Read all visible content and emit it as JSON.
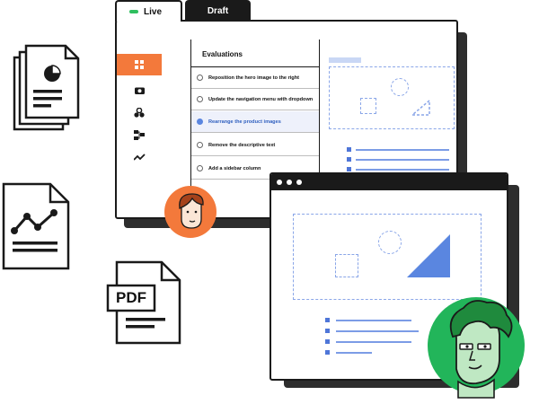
{
  "colors": {
    "accent_orange": "#f3793b",
    "accent_green": "#2fbf5f",
    "accent_blue": "#5a86e0",
    "dark": "#1a1a1a",
    "avatar_green_bg": "#22b55a"
  },
  "tabs": [
    {
      "label": "Live",
      "active": true
    },
    {
      "label": "Draft",
      "active": false
    }
  ],
  "sidebar": {
    "items": [
      {
        "icon": "grid-icon",
        "active": true
      },
      {
        "icon": "camera-icon",
        "active": false
      },
      {
        "icon": "shapes-icon",
        "active": false
      },
      {
        "icon": "flowchart-icon",
        "active": false
      },
      {
        "icon": "trend-line-icon",
        "active": false
      }
    ]
  },
  "evaluations": {
    "title": "Evaluations",
    "items": [
      {
        "label": "Reposition the hero image to the right",
        "selected": false
      },
      {
        "label": "Update the navigation menu with dropdown",
        "selected": false
      },
      {
        "label": "Rearrange the product images",
        "selected": true
      },
      {
        "label": "Remove the descriptive text",
        "selected": false
      },
      {
        "label": "Add a sidebar column",
        "selected": false
      }
    ]
  },
  "documents": [
    {
      "icon": "pie-chart-document-icon"
    },
    {
      "icon": "line-chart-document-icon"
    },
    {
      "icon": "pdf-document-icon",
      "label": "PDF"
    }
  ],
  "toolbar": {
    "settings_icon": "gear-icon"
  }
}
